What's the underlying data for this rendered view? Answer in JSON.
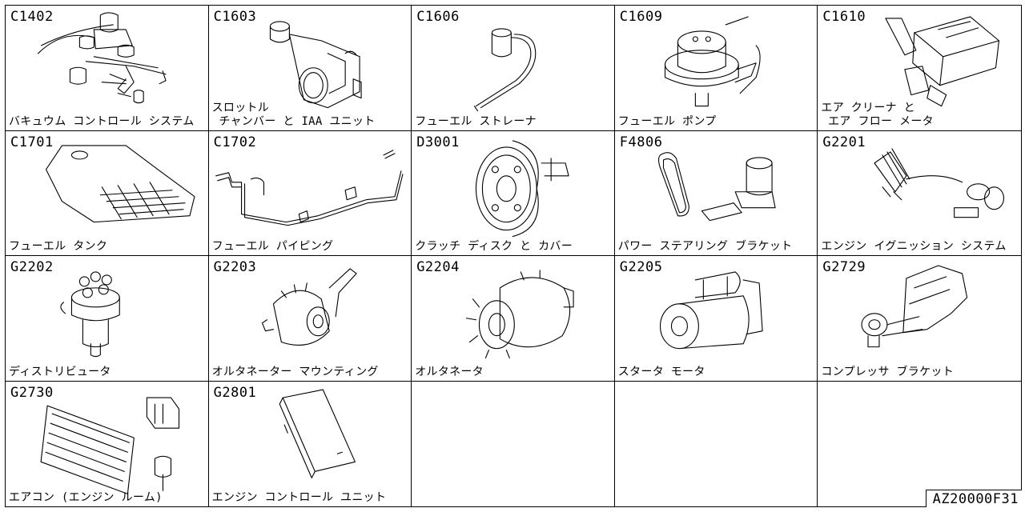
{
  "catalog": {
    "cells": [
      {
        "code": "C1402",
        "label": "バキュウム コントロール システム"
      },
      {
        "code": "C1603",
        "label": "スロットル\n チャンバー と IAA ユニット"
      },
      {
        "code": "C1606",
        "label": "フューエル ストレーナ"
      },
      {
        "code": "C1609",
        "label": "フューエル ポンプ"
      },
      {
        "code": "C1610",
        "label": "エア クリーナ と\n エア フロー メータ"
      },
      {
        "code": "C1701",
        "label": "フューエル タンク"
      },
      {
        "code": "C1702",
        "label": "フューエル パイピング"
      },
      {
        "code": "D3001",
        "label": "クラッチ ディスク と カバー"
      },
      {
        "code": "F4806",
        "label": "パワー ステアリング ブラケット"
      },
      {
        "code": "G2201",
        "label": "エンジン イグニッション システム"
      },
      {
        "code": "G2202",
        "label": "ディストリビュータ"
      },
      {
        "code": "G2203",
        "label": "オルタネーター マウンティング"
      },
      {
        "code": "G2204",
        "label": "オルタネータ"
      },
      {
        "code": "G2205",
        "label": "スタータ モータ"
      },
      {
        "code": "G2729",
        "label": "コンプレッサ ブラケット"
      },
      {
        "code": "G2730",
        "label": "エアコン (エンジン ルーム)"
      },
      {
        "code": "G2801",
        "label": "エンジン コントロール ユニット"
      }
    ],
    "doc_ref": "AZ20000F31"
  }
}
